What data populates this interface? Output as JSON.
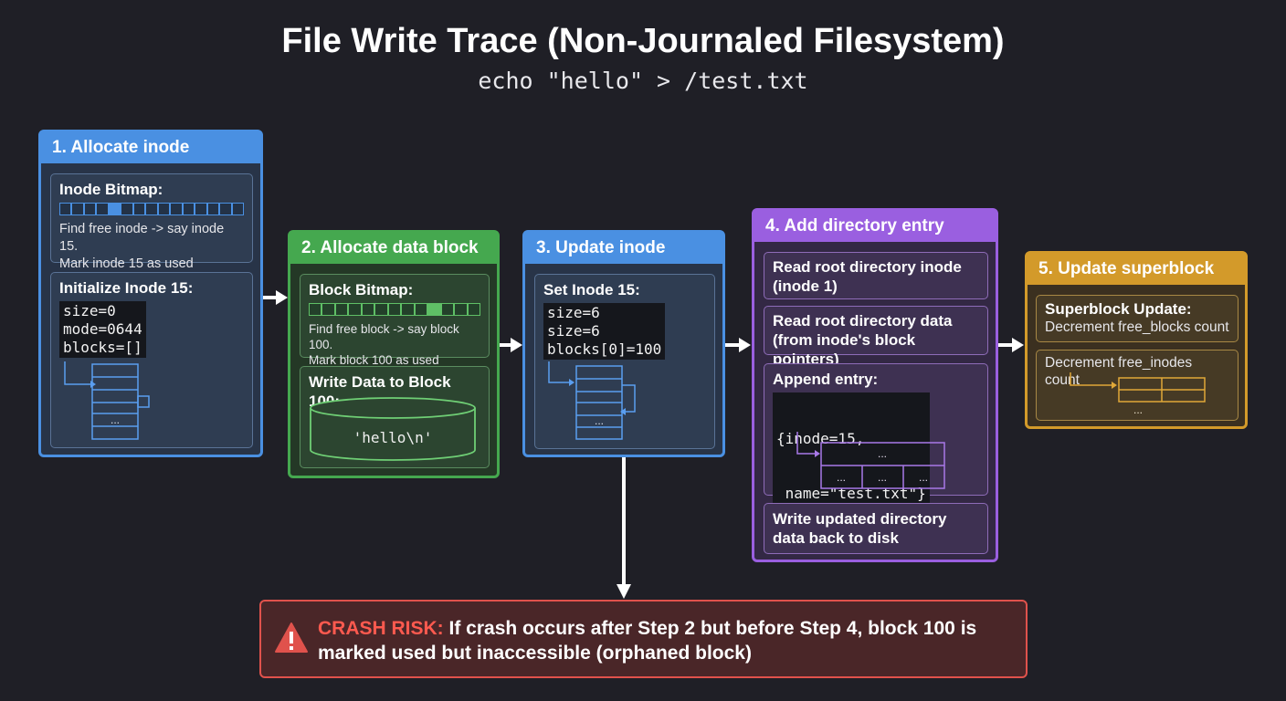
{
  "title": "File Write Trace (Non-Journaled Filesystem)",
  "command": "echo \"hello\" > /test.txt",
  "colors": {
    "background": "#1f1f26",
    "step1": "#4a90e2",
    "step2": "#45a84f",
    "step3": "#4a90e2",
    "step4": "#9a5fe0",
    "step5": "#d39a2a",
    "crash": "#e0524c"
  },
  "steps": [
    {
      "header": "1. Allocate inode",
      "bitmap_title": "Inode Bitmap:",
      "bitmap_text": "Find free inode -> say inode 15.\nMark inode 15 as used",
      "init_title": "Initialize Inode 15:",
      "fields": [
        "size=0",
        "mode=0644",
        "blocks=[]"
      ],
      "ellipsis": "..."
    },
    {
      "header": "2. Allocate data block",
      "bitmap_title": "Block Bitmap:",
      "bitmap_text": "Find free block -> say block 100.\nMark block 100 as used",
      "write_title": "Write Data to Block 100:",
      "data": "'hello\\n'"
    },
    {
      "header": "3. Update inode",
      "set_title": "Set Inode 15:",
      "fields": [
        "size=6",
        "size=6",
        "blocks[0]=100"
      ],
      "ellipsis": "..."
    },
    {
      "header": "4. Add directory entry",
      "read_inode": "Read root directory inode\n(inode 1)",
      "read_data": "Read root directory data\n(from inode's block pointers)",
      "append_title": "Append entry:",
      "entry_line1": "{inode=15,",
      "entry_line2": " name=\"test.txt\"}",
      "ellipsis": "...",
      "write_back": "Write updated directory\ndata back to disk"
    },
    {
      "header": "5. Update superblock",
      "update_title": "Superblock Update:",
      "blocks_text": "Decrement free_blocks count",
      "inodes_text": "Decrement free_inodes count",
      "ellipsis": "..."
    }
  ],
  "crash": {
    "label": "CRASH RISK:",
    "text": " If crash occurs after Step 2 but before Step 4, block 100 is marked used but inaccessible (orphaned block)"
  }
}
